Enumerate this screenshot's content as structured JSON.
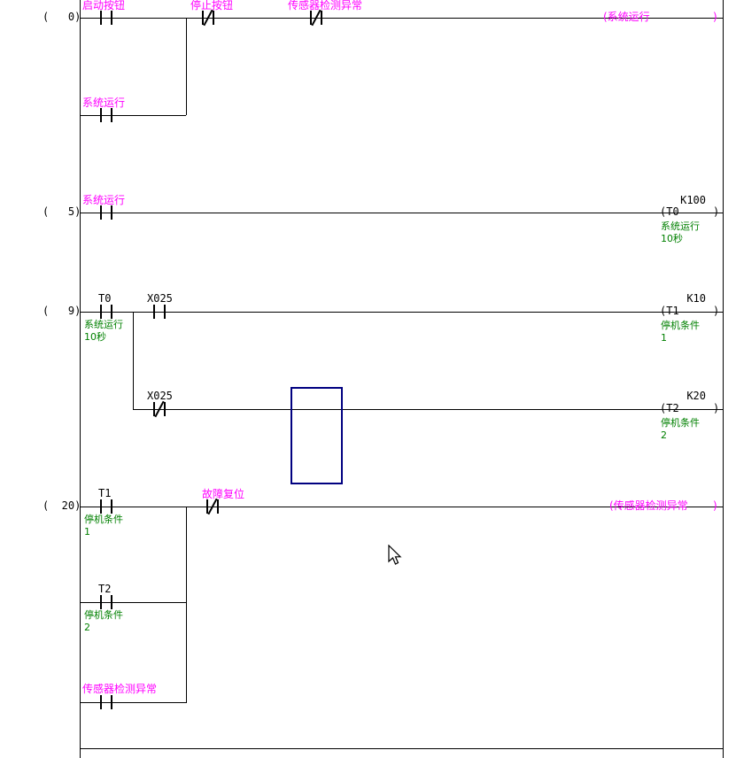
{
  "app": {
    "type": "plc-ladder-editor"
  },
  "colors": {
    "wire": "#000000",
    "device_label": "#FF00FF",
    "device_name": "#000000",
    "comment": "#008000",
    "selection_cursor": "#000080",
    "background": "#FFFFFF"
  },
  "symbols": {
    "coil_close": ")"
  },
  "rung0": {
    "number": "(   0)",
    "start_label": "启动按钮",
    "stop_label": "停止按钮",
    "sensor_label": "传感器检测异常",
    "coil": "(系统运行",
    "branch_label": "系统运行"
  },
  "rung5": {
    "number": "(   5)",
    "contact_label": "系统运行",
    "preset": "K100",
    "coil": "(T0",
    "comment1": "系统运行",
    "comment2": "10秒"
  },
  "rung9": {
    "number": "(   9)",
    "t0_label": "T0",
    "t0_comment1": "系统运行",
    "t0_comment2": "10秒",
    "x025_label": "X025",
    "preset1": "K10",
    "coil1": "(T1",
    "coil1_comment1": "停机条件",
    "coil1_comment2": "1",
    "branch_x025_label": "X025",
    "preset2": "K20",
    "coil2": "(T2",
    "coil2_comment1": "停机条件",
    "coil2_comment2": "2"
  },
  "rung20": {
    "number": "(  20)",
    "t1_label": "T1",
    "t1_comment1": "停机条件",
    "t1_comment2": "1",
    "reset_label": "故障复位",
    "coil": "(传感器检测异常",
    "t2_label": "T2",
    "t2_comment1": "停机条件",
    "t2_comment2": "2",
    "sensor_label": "传感器检测异常"
  }
}
